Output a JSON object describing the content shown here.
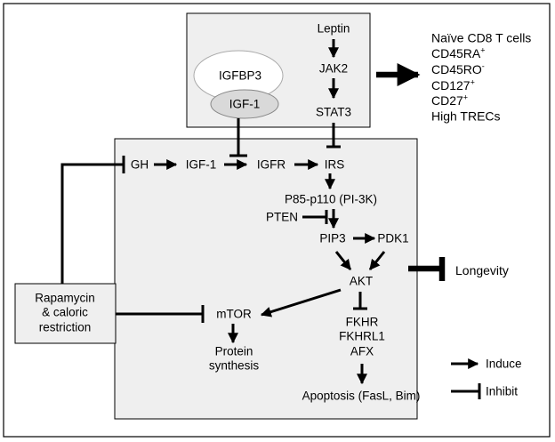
{
  "nodes": {
    "leptin": "Leptin",
    "jak2": "JAK2",
    "stat3": "STAT3",
    "igfbp3": "IGFBP3",
    "igf1_bound": "IGF-1",
    "gh": "GH",
    "igf1": "IGF-1",
    "igfr": "IGFR",
    "irs": "IRS",
    "p85": "P85-p110 (PI-3K)",
    "pten": "PTEN",
    "pip3": "PIP3",
    "pdk1": "PDK1",
    "akt": "AKT",
    "mtor": "mTOR",
    "protein_synthesis": [
      "Protein",
      "synthesis"
    ],
    "fkhr": [
      "FKHR",
      "FKHRL1",
      "AFX"
    ],
    "apoptosis": "Apoptosis (FasL, Bim)",
    "rapamycin": [
      "Rapamycin",
      "& caloric",
      "restriction"
    ],
    "longevity": "Longevity"
  },
  "naive_cells": {
    "title": "Naïve CD8 T cells",
    "markers": [
      {
        "name": "CD45RA",
        "sup": "+"
      },
      {
        "name": "CD45RO",
        "sup": "-"
      },
      {
        "name": "CD127",
        "sup": "+"
      },
      {
        "name": "CD27",
        "sup": "+"
      }
    ],
    "trecs": "High TRECs"
  },
  "legend": {
    "induce": "Induce",
    "inhibit": "Inhibit"
  },
  "colors": {
    "box_fill": "#efefef",
    "ellipse_fill": "#d9d9d9",
    "stroke": "#000000"
  }
}
